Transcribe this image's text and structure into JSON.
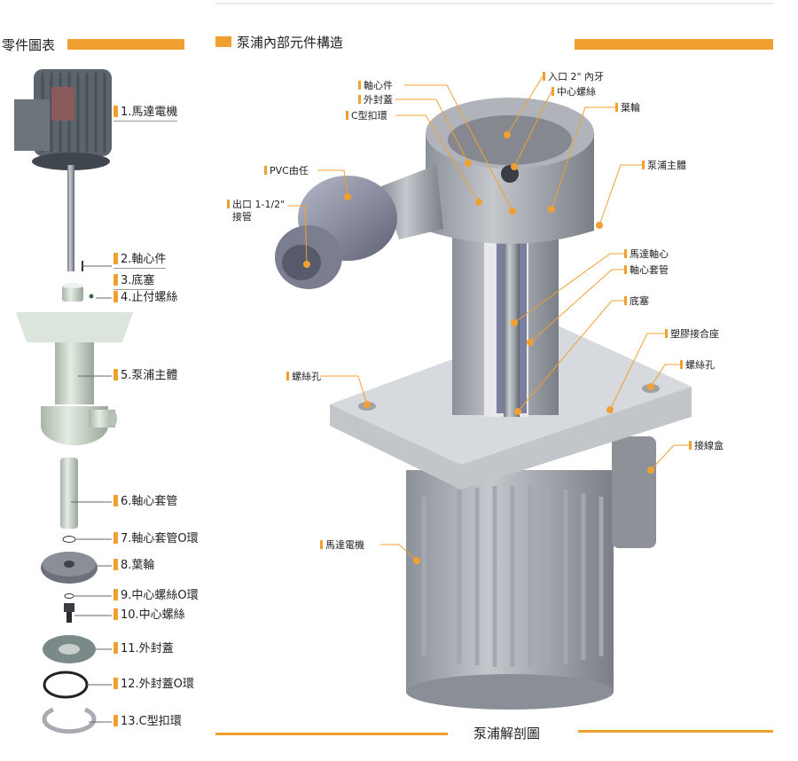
{
  "left_panel": {
    "title": "零件圖表",
    "parts": [
      "1.馬達電機",
      "2.軸心件",
      "3.底塞",
      "4.止付螺絲",
      "5.泵浦主體",
      "6.軸心套管",
      "7.軸心套管O環",
      "8.葉輪",
      "9.中心螺絲O環",
      "10.中心螺絲",
      "11.外封蓋",
      "12.外封蓋O環",
      "13.C型扣環"
    ]
  },
  "right_panel": {
    "title": "泵浦內部元件構造",
    "caption": "泵浦解剖圖",
    "labels": {
      "inlet": "入口 2\" 內牙",
      "center_screw": "中心螺絲",
      "shaft_part": "軸心件",
      "outer_cover": "外封蓋",
      "c_ring": "C型扣環",
      "impeller": "葉輪",
      "pump_body": "泵浦主體",
      "pvc_union": "PVC由任",
      "outlet_line1": "出口 1-1/2\"",
      "outlet_line2": "接管",
      "motor_shaft": "馬達軸心",
      "shaft_sleeve": "軸心套管",
      "bottom_plug": "底塞",
      "plastic_seat": "塑膠接合座",
      "screw_hole_left": "螺絲孔",
      "screw_hole_right": "螺絲孔",
      "junction_box": "接線盒",
      "motor": "馬達電機"
    }
  },
  "colors": {
    "accent": "#f0a030",
    "metal": "#9a9ea6",
    "plastic": "#dbe4da",
    "pvc": "#7e8294"
  }
}
